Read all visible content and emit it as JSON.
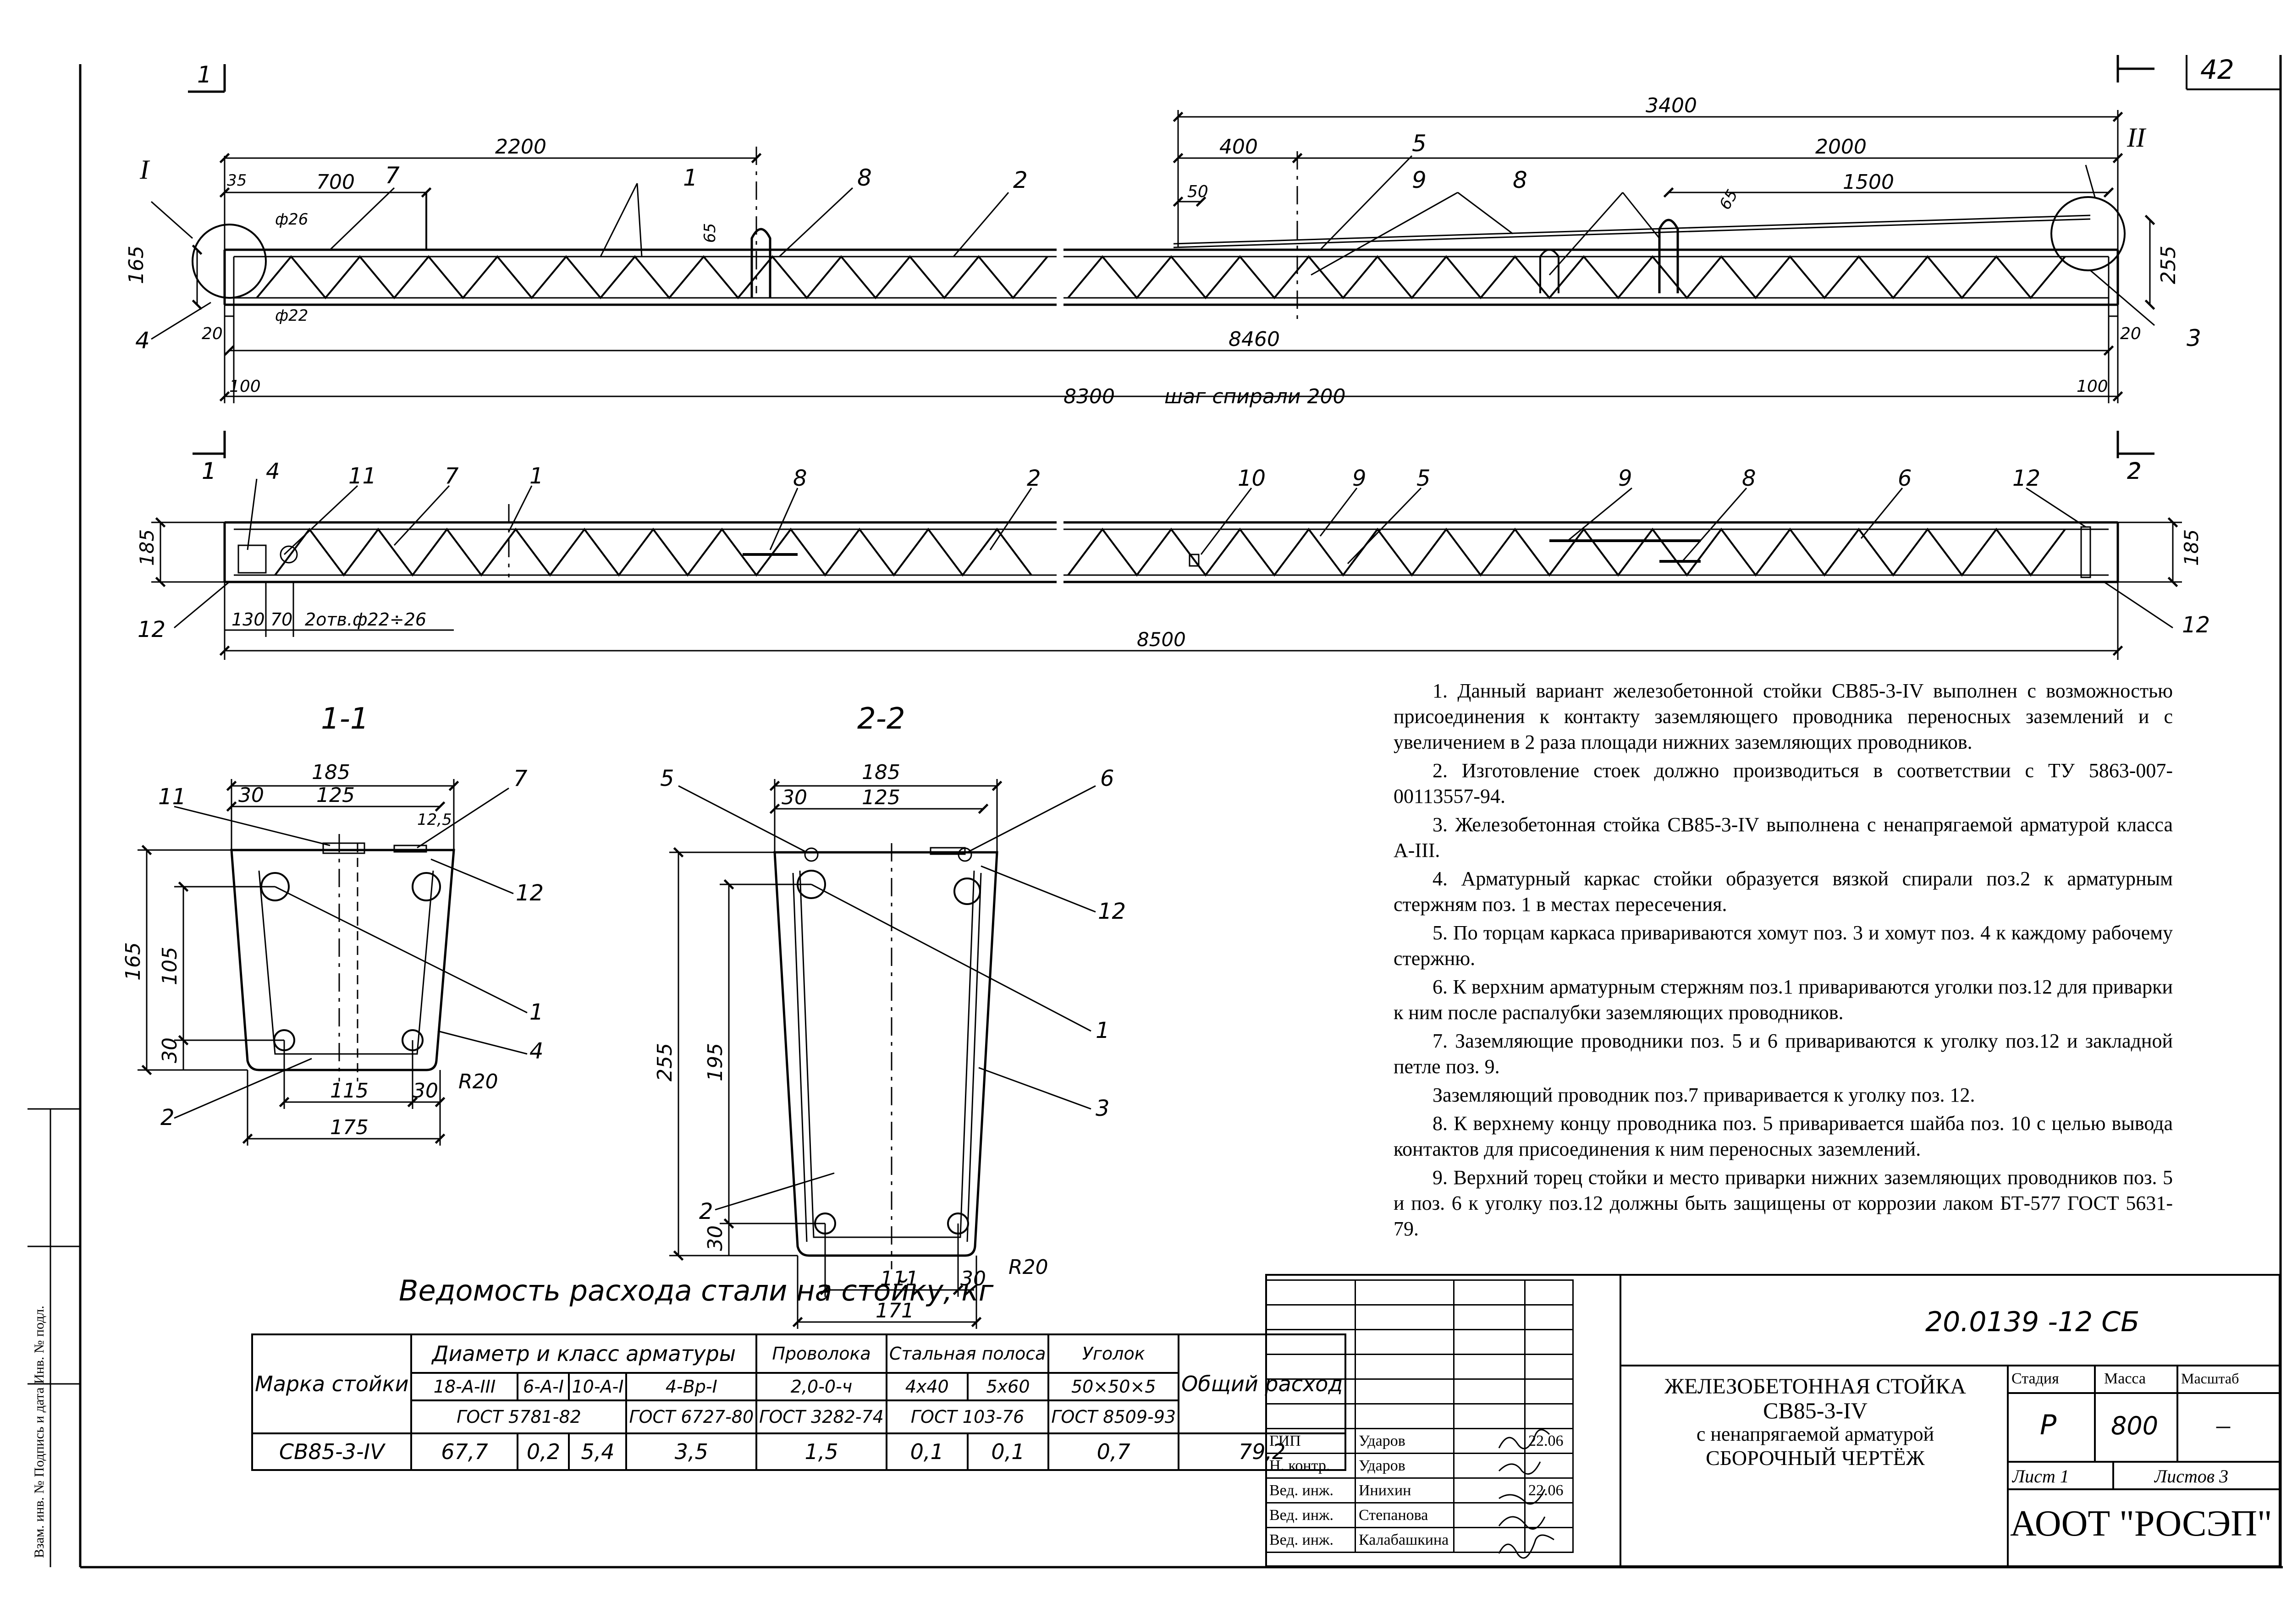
{
  "page_number": "42",
  "drawing": {
    "top_dims": {
      "left_total": "2200",
      "d700": "700",
      "d35": "35",
      "phi26": "ф26",
      "phi22": "ф22",
      "d165": "165",
      "d20L": "20",
      "d100L": "100",
      "d65a": "65",
      "right_total": "3400",
      "d400": "400",
      "d50": "50",
      "d2000": "2000",
      "d1500": "1500",
      "d65b": "65",
      "d255": "255",
      "d20R": "20",
      "d100R": "100",
      "d8460": "8460",
      "d8300": "8300",
      "spiral_step": "шаг спирали 200"
    },
    "bottom_dims": {
      "d185L": "185",
      "d185R": "185",
      "d130": "130",
      "d70": "70",
      "holes": "2отв.ф22÷26",
      "d8500": "8500"
    },
    "callouts_top": [
      "1",
      "1",
      "I",
      "7",
      "1",
      "8",
      "2",
      "4",
      "5",
      "9",
      "8",
      "II",
      "3",
      "2"
    ],
    "callouts_bottom": [
      "1",
      "4",
      "11",
      "7",
      "1",
      "8",
      "2",
      "12",
      "10",
      "9",
      "5",
      "9",
      "8",
      "6",
      "12",
      "2",
      "12"
    ],
    "section_1": {
      "title": "1-1",
      "d185": "185",
      "d30": "30",
      "d125": "125",
      "d12_5": "12,5",
      "d165": "165",
      "d105": "105",
      "d30v": "30",
      "d115": "115",
      "d30h": "30",
      "d175": "175",
      "r20": "R20",
      "labels": [
        "11",
        "7",
        "12",
        "1",
        "4",
        "2"
      ]
    },
    "section_2": {
      "title": "2-2",
      "d185": "185",
      "d30": "30",
      "d125": "125",
      "d255": "255",
      "d195": "195",
      "d30v": "30",
      "d111": "111",
      "d30h": "30",
      "d171": "171",
      "r20": "R20",
      "labels": [
        "5",
        "6",
        "12",
        "1",
        "3",
        "2"
      ]
    }
  },
  "notes": [
    "1. Данный вариант железобетонной стойки СВ85-3-IV выполнен с возможностью присоединения к контакту заземляющего проводника переносных заземлений и с увеличением в 2 раза площади нижних заземляющих проводников.",
    "2. Изготовление стоек должно производиться в соответствии с ТУ 5863-007-00113557-94.",
    "3. Железобетонная стойка СВ85-3-IV выполнена с ненапрягаемой арматурой класса А-III.",
    "4. Арматурный каркас стойки образуется вязкой спирали поз.2 к арматурным стержням поз. 1 в местах пересечения.",
    "5. По торцам каркаса привариваются хомут поз. 3 и хомут поз. 4 к каждому рабочему стержню.",
    "6. К верхним арматурным стержням поз.1 привариваются уголки поз.12 для приварки к ним после распалубки заземляющих проводников.",
    "7. Заземляющие проводники поз. 5 и 6 привариваются к уголку поз.12 и закладной петле поз. 9.",
    "Заземляющий проводник поз.7 приваривается к уголку поз. 12.",
    "8. К верхнему концу проводника поз. 5 приваривается шайба поз. 10 с целью вывода контактов для присоединения к ним переносных заземлений.",
    "9. Верхний торец стойки и место приварки нижних заземляющих проводников поз. 5 и поз. 6 к уголку поз.12 должны быть защищены от коррозии лаком БТ-577 ГОСТ 5631-79."
  ],
  "steel_table": {
    "title": "Ведомость расхода стали на стойку, кг",
    "h_mark": "Марка стойки",
    "h_rebar": "Диаметр и класс арматуры",
    "h_wire": "Проволока",
    "h_strip": "Стальная полоса",
    "h_angle": "Уголок",
    "h_total": "Общий расход",
    "c1": "18-А-III",
    "c2": "6-А-I",
    "c3": "10-А-I",
    "c4": "4-Вр-I",
    "c5": "2,0-0-ч",
    "c6": "4х40",
    "c7": "5х60",
    "c8": "50×50×5",
    "g1": "ГОСТ 5781-82",
    "g2": "ГОСТ 6727-80",
    "g3": "ГОСТ 3282-74",
    "g4": "ГОСТ 103-76",
    "g5": "ГОСТ 8509-93",
    "row": [
      "СВ85-3-IV",
      "67,7",
      "0,2",
      "5,4",
      "3,5",
      "1,5",
      "0,1",
      "0,1",
      "0,7",
      "79,2"
    ]
  },
  "title_block": {
    "doc_code": "20.0139 -12 СБ",
    "name1": "ЖЕЛЕЗОБЕТОННАЯ СТОЙКА",
    "name2": "СВ85-3-IV",
    "name3": "с ненапрягаемой арматурой",
    "name4": "СБОРОЧНЫЙ ЧЕРТЁЖ",
    "h_stage": "Стадия",
    "h_mass": "Масса",
    "h_scale": "Масштаб",
    "stage": "Р",
    "mass": "800",
    "scale": "–",
    "sheet": "Лист 1",
    "sheets": "Листов 3",
    "org": "АООТ \"РОСЭП\"",
    "signatures": [
      {
        "role": "ГИП",
        "name": "Ударов",
        "date": "22.06"
      },
      {
        "role": "Н. контр.",
        "name": "Ударов",
        "date": ""
      },
      {
        "role": "Вед. инж.",
        "name": "Инихин",
        "date": "22.06"
      },
      {
        "role": "Вед. инж.",
        "name": "Степанова",
        "date": ""
      },
      {
        "role": "Вед. инж.",
        "name": "Калабашкина",
        "date": ""
      }
    ]
  },
  "margin_stamp": "Взам. инв. №   Подпись и дата   Инв. № подл."
}
